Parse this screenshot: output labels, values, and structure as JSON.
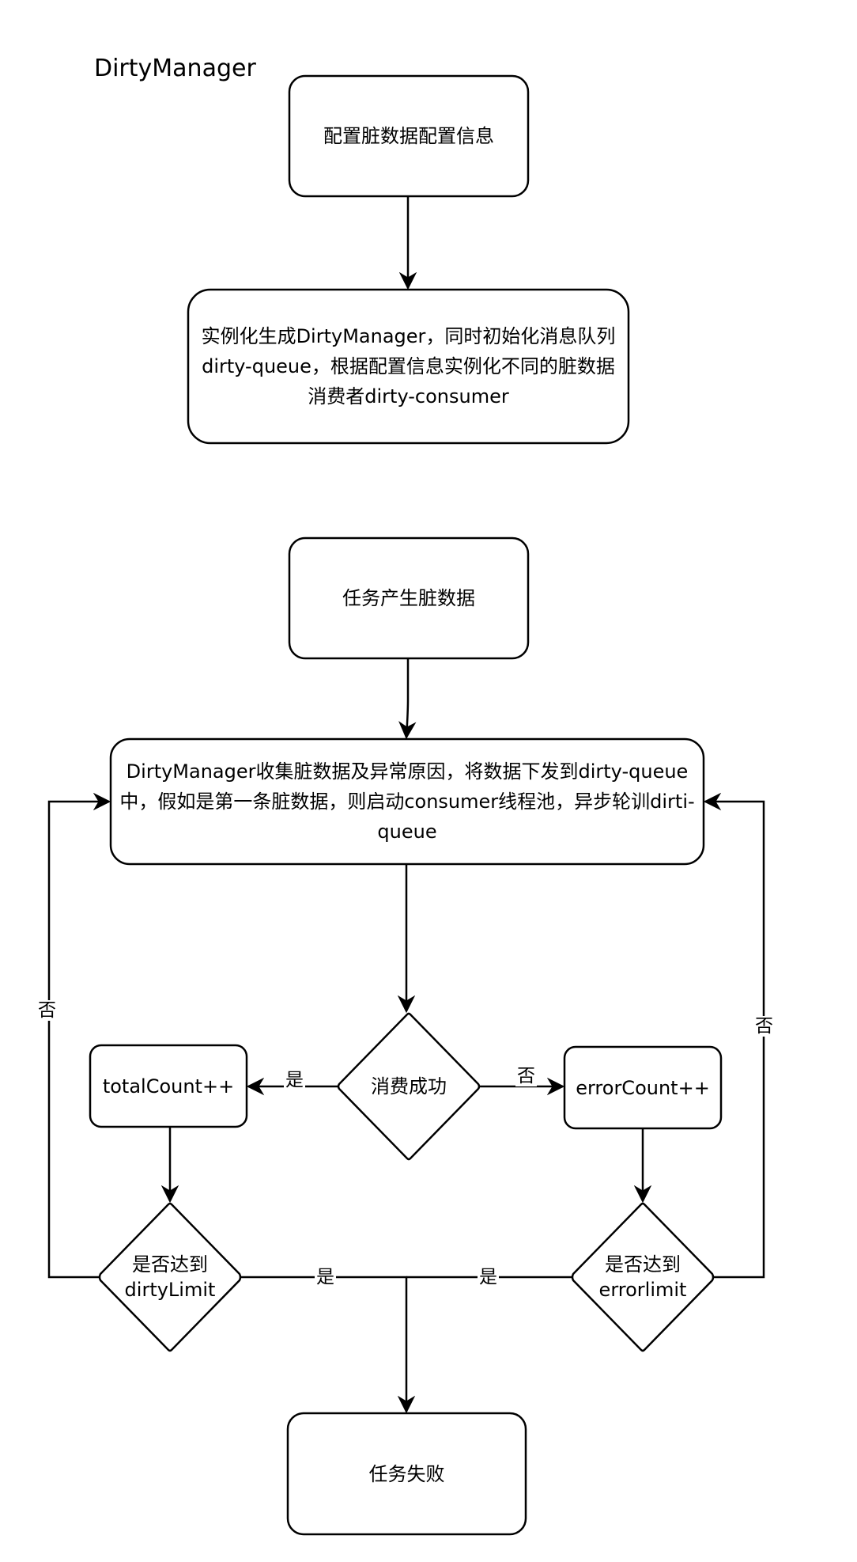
{
  "title": "DirtyManager",
  "nodes": {
    "config": "配置脏数据配置信息",
    "init": "实例化生成DirtyManager，同时初始化消息队列dirty-queue，根据配置信息实例化不同的脏数据消费者dirty-consumer",
    "produce": "任务产生脏数据",
    "collect": "DirtyManager收集脏数据及异常原因，将数据下发到dirty-queue中，假如是第一条脏数据，则启动consumer线程池，异步轮训dirti-queue",
    "consume_success": "消费成功",
    "total_count": "totalCount++",
    "error_count": "errorCount++",
    "dirty_limit_check": "是否达到dirtyLimit",
    "error_limit_check": "是否达到errorlimit",
    "task_fail": "任务失败"
  },
  "edge_labels": {
    "success_yes": "是",
    "success_no": "否",
    "dirty_limit_no": "否",
    "error_limit_no": "否",
    "dirty_limit_yes": "是",
    "error_limit_yes": "是"
  }
}
